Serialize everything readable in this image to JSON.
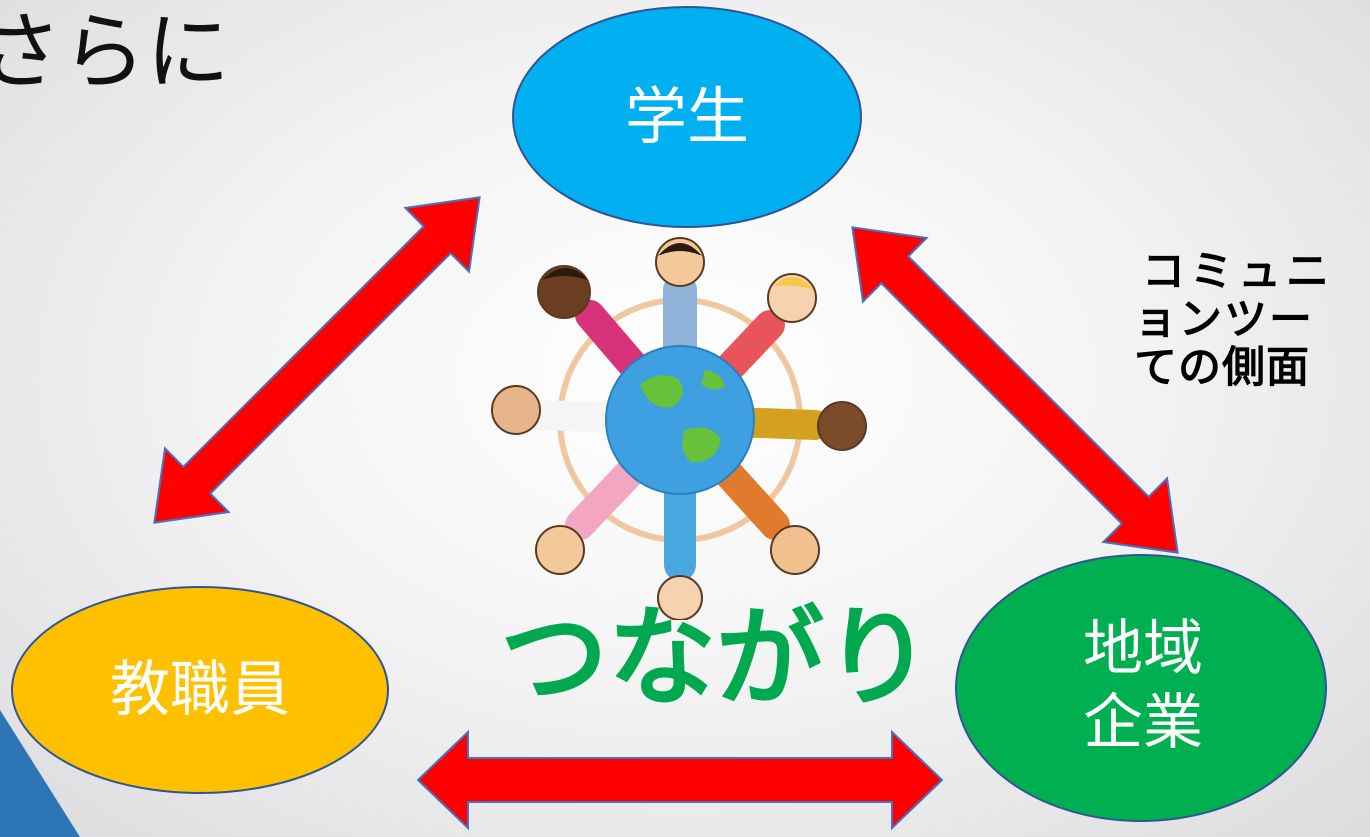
{
  "headline": "さらに",
  "side_caption": {
    "line1": "コミュニ",
    "line2": "ョンツー",
    "line3": "ての側面"
  },
  "nodes": {
    "student": {
      "label": "学生",
      "color": "#00b0f0"
    },
    "staff": {
      "label": "教職員",
      "color": "#ffc000"
    },
    "region": {
      "line1": "地域",
      "line2": "企業",
      "color": "#00b050"
    }
  },
  "center_word": "つながり",
  "colors": {
    "arrow": "#ff0000",
    "arrow_stroke": "#4472c4",
    "ellipse_stroke": "#2f5597",
    "accent_corner": "#2e75b6",
    "center_text": "#00a84f"
  },
  "icons": {
    "center_illustration": "people-holding-hands-around-globe-icon"
  }
}
